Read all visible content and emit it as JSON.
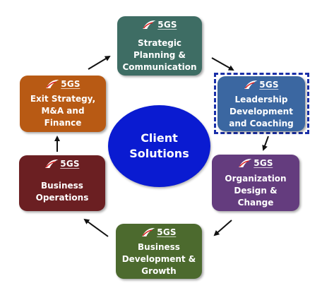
{
  "center": {
    "label": "Client\nSolutions",
    "color": "#0a1bd1"
  },
  "logo": {
    "text": "5GS"
  },
  "boxes": [
    {
      "id": "strategic",
      "label": "Strategic\nPlanning &\nCommunication",
      "color": "#3e6d64"
    },
    {
      "id": "leadership",
      "label": "Leadership\nDevelopment\nand Coaching",
      "color": "#3b67a1",
      "highlighted": true
    },
    {
      "id": "organization",
      "label": "Organization\nDesign &\nChange",
      "color": "#643c7e"
    },
    {
      "id": "business-development",
      "label": "Business\nDevelopment &\nGrowth",
      "color": "#4c6a2e"
    },
    {
      "id": "business-operations",
      "label": "Business\nOperations",
      "color": "#6b1f22"
    },
    {
      "id": "exit-strategy",
      "label": "Exit Strategy,\nM&A and\nFinance",
      "color": "#b85a14"
    }
  ]
}
